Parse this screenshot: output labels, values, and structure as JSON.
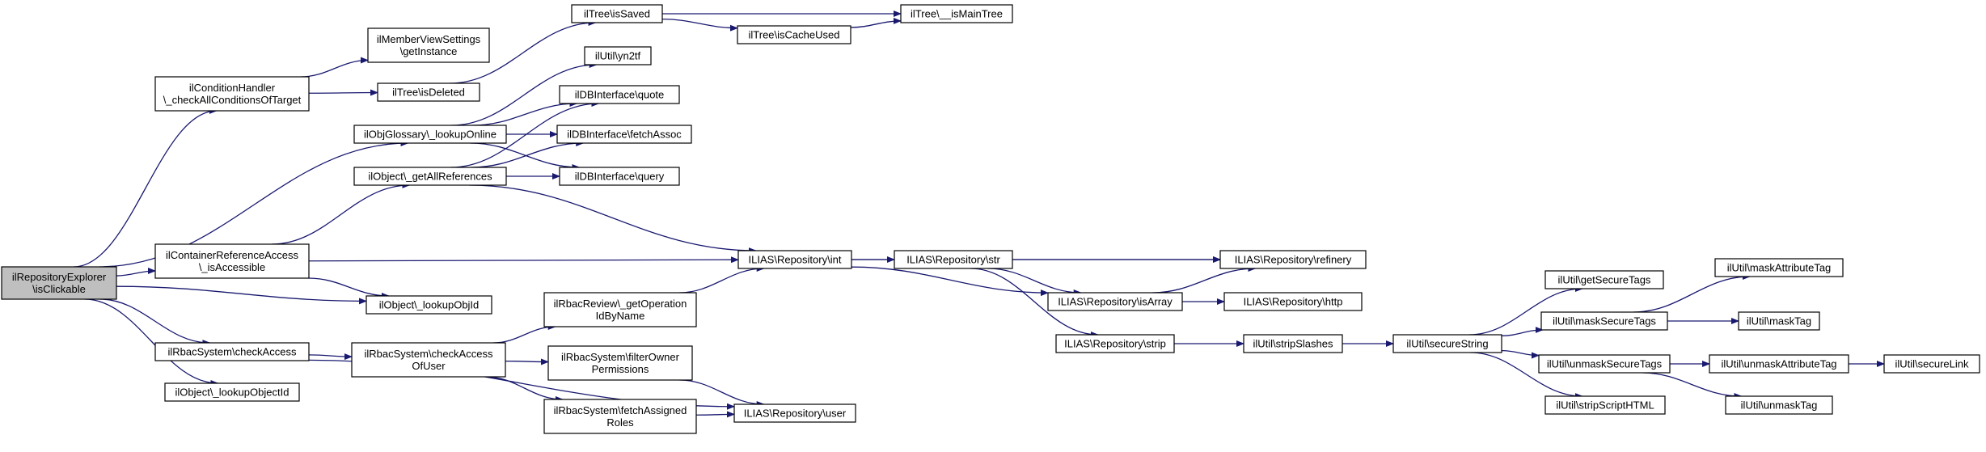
{
  "graph": {
    "nodes": [
      {
        "id": "root",
        "lines": [
          "ilRepositoryExplorer",
          "\\isClickable"
        ],
        "root": true
      },
      {
        "id": "condh",
        "lines": [
          "ilConditionHandler",
          "\\_checkAllConditionsOfTarget"
        ]
      },
      {
        "id": "glossary",
        "lines": [
          "ilObjGlossary\\_lookupOnline"
        ]
      },
      {
        "id": "contref",
        "lines": [
          "ilContainerReferenceAccess",
          "\\_isAccessible"
        ]
      },
      {
        "id": "lookupobjid",
        "lines": [
          "ilObject\\_lookupObjId"
        ]
      },
      {
        "id": "rbaccheck",
        "lines": [
          "ilRbacSystem\\checkAccess"
        ]
      },
      {
        "id": "lookupobjectid",
        "lines": [
          "ilObject\\_lookupObjectId"
        ]
      },
      {
        "id": "memberview",
        "lines": [
          "ilMemberViewSettings",
          "\\getInstance"
        ]
      },
      {
        "id": "treedeleted",
        "lines": [
          "ilTree\\isDeleted"
        ]
      },
      {
        "id": "getallrefs",
        "lines": [
          "ilObject\\_getAllReferences"
        ]
      },
      {
        "id": "rbaccheckuser",
        "lines": [
          "ilRbacSystem\\checkAccess",
          "OfUser"
        ]
      },
      {
        "id": "treesaved",
        "lines": [
          "ilTree\\isSaved"
        ]
      },
      {
        "id": "yn2tf",
        "lines": [
          "ilUtil\\yn2tf"
        ]
      },
      {
        "id": "quote",
        "lines": [
          "ilDBInterface\\quote"
        ]
      },
      {
        "id": "fetchassoc",
        "lines": [
          "ilDBInterface\\fetchAssoc"
        ]
      },
      {
        "id": "query",
        "lines": [
          "ilDBInterface\\query"
        ]
      },
      {
        "id": "getop",
        "lines": [
          "ilRbacReview\\_getOperation",
          "IdByName"
        ]
      },
      {
        "id": "filterowner",
        "lines": [
          "ilRbacSystem\\filterOwner",
          "Permissions"
        ]
      },
      {
        "id": "fetchroles",
        "lines": [
          "ilRbacSystem\\fetchAssigned",
          "Roles"
        ]
      },
      {
        "id": "cacheused",
        "lines": [
          "ilTree\\isCacheUsed"
        ]
      },
      {
        "id": "maintree",
        "lines": [
          "ilTree\\__isMainTree"
        ]
      },
      {
        "id": "int",
        "lines": [
          "ILIAS\\Repository\\int"
        ]
      },
      {
        "id": "user",
        "lines": [
          "ILIAS\\Repository\\user"
        ]
      },
      {
        "id": "str",
        "lines": [
          "ILIAS\\Repository\\str"
        ]
      },
      {
        "id": "isarray",
        "lines": [
          "ILIAS\\Repository\\isArray"
        ]
      },
      {
        "id": "strip",
        "lines": [
          "ILIAS\\Repository\\strip"
        ]
      },
      {
        "id": "refinery",
        "lines": [
          "ILIAS\\Repository\\refinery"
        ]
      },
      {
        "id": "http",
        "lines": [
          "ILIAS\\Repository\\http"
        ]
      },
      {
        "id": "stripslashes",
        "lines": [
          "ilUtil\\stripSlashes"
        ]
      },
      {
        "id": "securestring",
        "lines": [
          "ilUtil\\secureString"
        ]
      },
      {
        "id": "getsecuretags",
        "lines": [
          "ilUtil\\getSecureTags"
        ]
      },
      {
        "id": "masksecuretags",
        "lines": [
          "ilUtil\\maskSecureTags"
        ]
      },
      {
        "id": "unmasksecuretags",
        "lines": [
          "ilUtil\\unmaskSecureTags"
        ]
      },
      {
        "id": "stripscript",
        "lines": [
          "ilUtil\\stripScriptHTML"
        ]
      },
      {
        "id": "maskattr",
        "lines": [
          "ilUtil\\maskAttributeTag"
        ]
      },
      {
        "id": "masktag",
        "lines": [
          "ilUtil\\maskTag"
        ]
      },
      {
        "id": "unmaskattr",
        "lines": [
          "ilUtil\\unmaskAttributeTag"
        ]
      },
      {
        "id": "unmasktag",
        "lines": [
          "ilUtil\\unmaskTag"
        ]
      },
      {
        "id": "securelink",
        "lines": [
          "ilUtil\\secureLink"
        ]
      }
    ],
    "edges": [
      [
        "root",
        "condh"
      ],
      [
        "root",
        "glossary"
      ],
      [
        "root",
        "contref"
      ],
      [
        "root",
        "lookupobjid"
      ],
      [
        "root",
        "rbaccheck"
      ],
      [
        "root",
        "lookupobjectid"
      ],
      [
        "condh",
        "memberview"
      ],
      [
        "condh",
        "treedeleted"
      ],
      [
        "treedeleted",
        "treesaved"
      ],
      [
        "treesaved",
        "maintree"
      ],
      [
        "treesaved",
        "cacheused"
      ],
      [
        "cacheused",
        "maintree"
      ],
      [
        "glossary",
        "yn2tf"
      ],
      [
        "glossary",
        "quote"
      ],
      [
        "glossary",
        "fetchassoc"
      ],
      [
        "glossary",
        "query"
      ],
      [
        "getallrefs",
        "quote"
      ],
      [
        "getallrefs",
        "fetchassoc"
      ],
      [
        "getallrefs",
        "query"
      ],
      [
        "getallrefs",
        "int"
      ],
      [
        "contref",
        "getallrefs"
      ],
      [
        "contref",
        "int"
      ],
      [
        "contref",
        "lookupobjid"
      ],
      [
        "rbaccheck",
        "rbaccheckuser"
      ],
      [
        "rbaccheck",
        "user"
      ],
      [
        "rbaccheckuser",
        "getop"
      ],
      [
        "rbaccheckuser",
        "filterowner"
      ],
      [
        "rbaccheckuser",
        "fetchroles"
      ],
      [
        "getop",
        "int"
      ],
      [
        "filterowner",
        "user"
      ],
      [
        "fetchroles",
        "user"
      ],
      [
        "int",
        "str"
      ],
      [
        "int",
        "refinery"
      ],
      [
        "int",
        "isarray"
      ],
      [
        "str",
        "refinery"
      ],
      [
        "str",
        "isarray"
      ],
      [
        "str",
        "strip"
      ],
      [
        "isarray",
        "refinery"
      ],
      [
        "isarray",
        "http"
      ],
      [
        "strip",
        "stripslashes"
      ],
      [
        "stripslashes",
        "securestring"
      ],
      [
        "securestring",
        "getsecuretags"
      ],
      [
        "securestring",
        "masksecuretags"
      ],
      [
        "securestring",
        "unmasksecuretags"
      ],
      [
        "securestring",
        "stripscript"
      ],
      [
        "masksecuretags",
        "maskattr"
      ],
      [
        "masksecuretags",
        "masktag"
      ],
      [
        "unmasksecuretags",
        "unmaskattr"
      ],
      [
        "unmasksecuretags",
        "unmasktag"
      ],
      [
        "unmaskattr",
        "securelink"
      ]
    ]
  }
}
